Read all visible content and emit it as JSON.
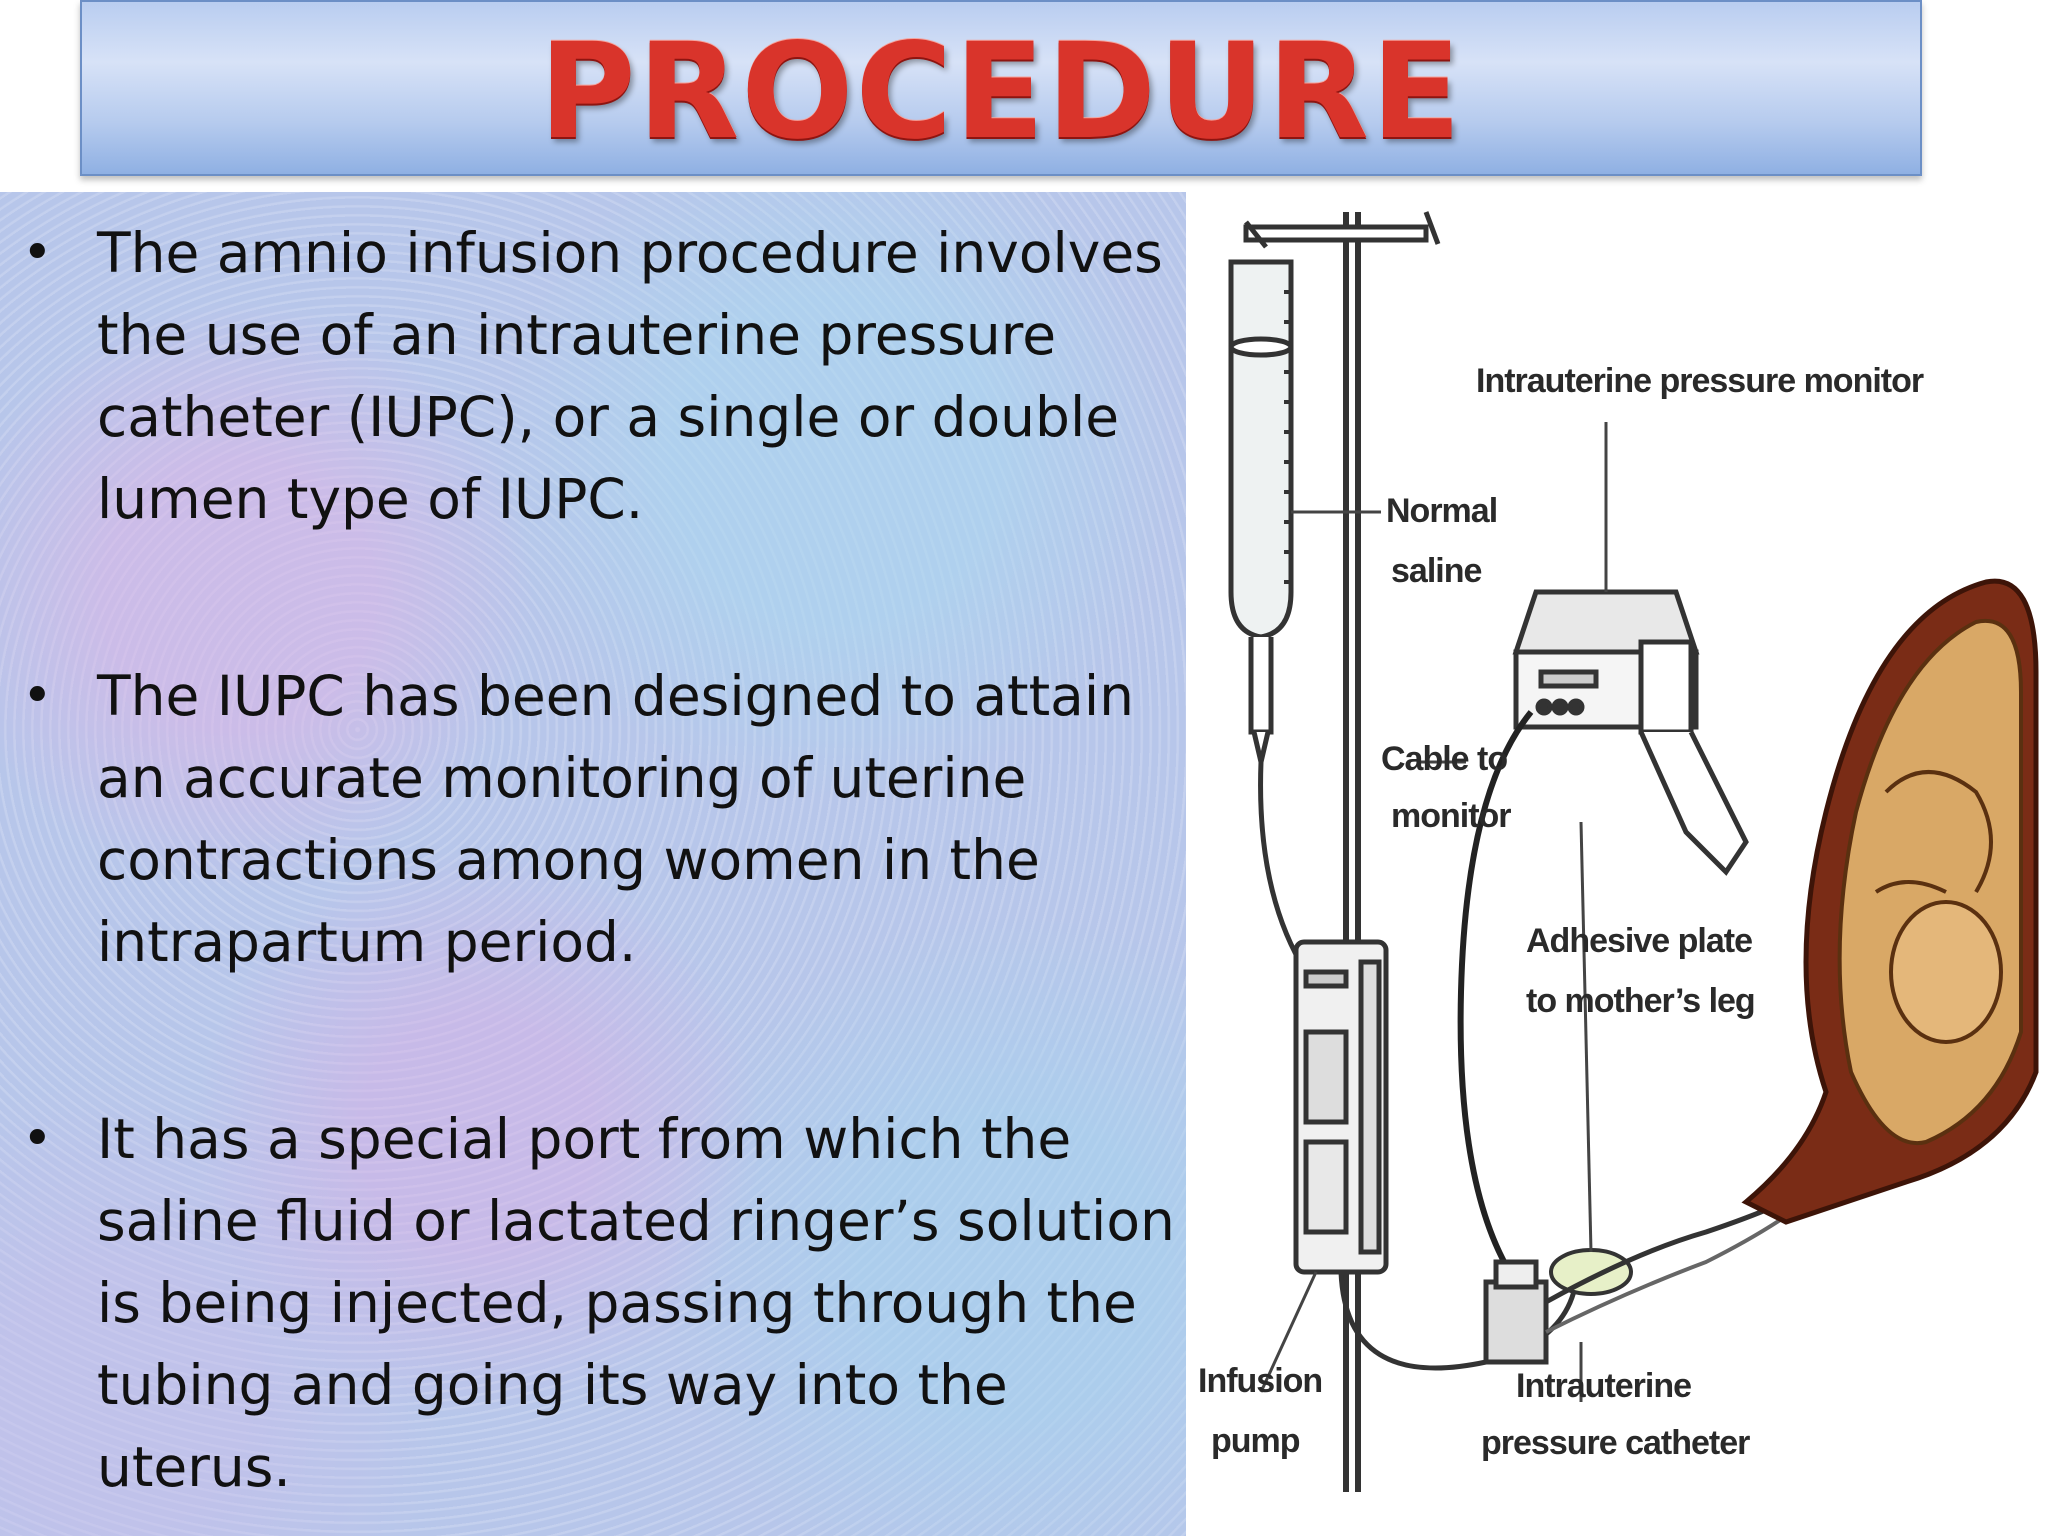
{
  "slide": {
    "title": "PROCEDURE",
    "bullets": [
      "The amnio infusion procedure involves the use of an intrauterine pressure catheter (IUPC), or a single or double lumen type of IUPC.",
      "The IUPC has been designed to attain an accurate monitoring of uterine contractions among women in the intrapartum period.",
      "It has a special port from which the saline fluid or lactated ringer’s solution is being injected, passing through the tubing and going its way into the uterus."
    ],
    "bullet_symbol": "•"
  },
  "diagram": {
    "labels": {
      "intrauterine_pressure_monitor": "Intrauterine pressure monitor",
      "normal_saline_1": "Normal",
      "normal_saline_2": "saline",
      "cable_to_monitor_1": "Cable to",
      "cable_to_monitor_2": "monitor",
      "adhesive_plate_1": "Adhesive plate",
      "adhesive_plate_2": "to mother’s leg",
      "infusion_pump_1": "Infusion",
      "infusion_pump_2": "pump",
      "iupc_1": "Intrauterine",
      "iupc_2": "pressure catheter"
    }
  },
  "colors": {
    "title_red": "#d9342b",
    "title_bar": "#b6cbee",
    "panel_bg": "#b7c6ea",
    "text": "#111111"
  }
}
